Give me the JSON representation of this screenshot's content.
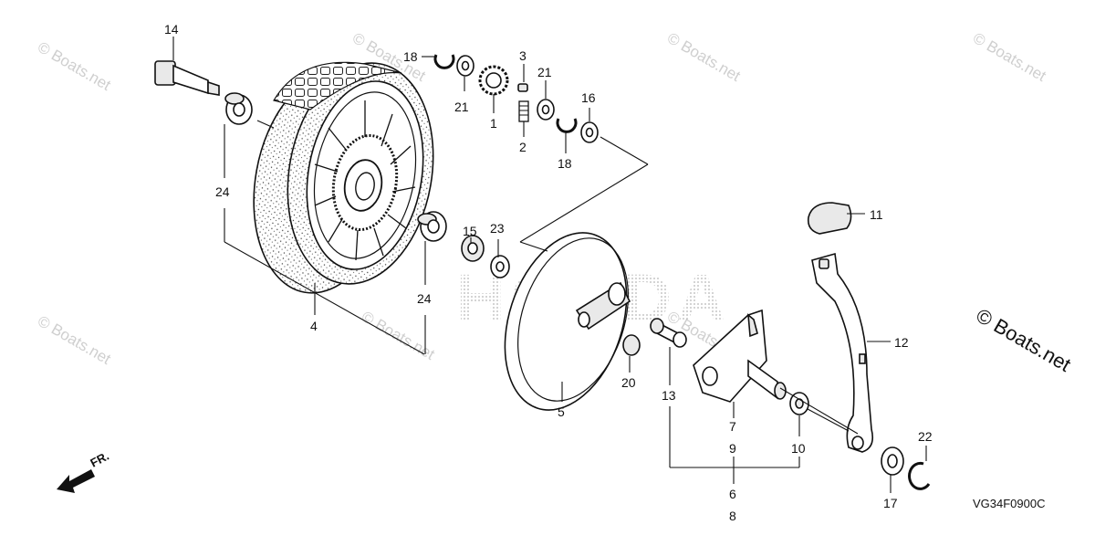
{
  "watermark": {
    "small": "© Boats.net",
    "large": "© Boats.net"
  },
  "brand_watermark": "HONDA",
  "diagram_code": "VG34F0900C",
  "front_arrow_label": "FR.",
  "callouts": {
    "c1": "1",
    "c2": "2",
    "c3": "3",
    "c4": "4",
    "c5": "5",
    "c6": "6",
    "c7": "7",
    "c8": "8",
    "c9": "9",
    "c10": "10",
    "c11": "11",
    "c12": "12",
    "c13": "13",
    "c14": "14",
    "c15": "15",
    "c16": "16",
    "c17": "17",
    "c18a": "18",
    "c18b": "18",
    "c20": "20",
    "c21a": "21",
    "c21b": "21",
    "c22": "22",
    "c23": "23",
    "c24a": "24",
    "c24b": "24"
  }
}
